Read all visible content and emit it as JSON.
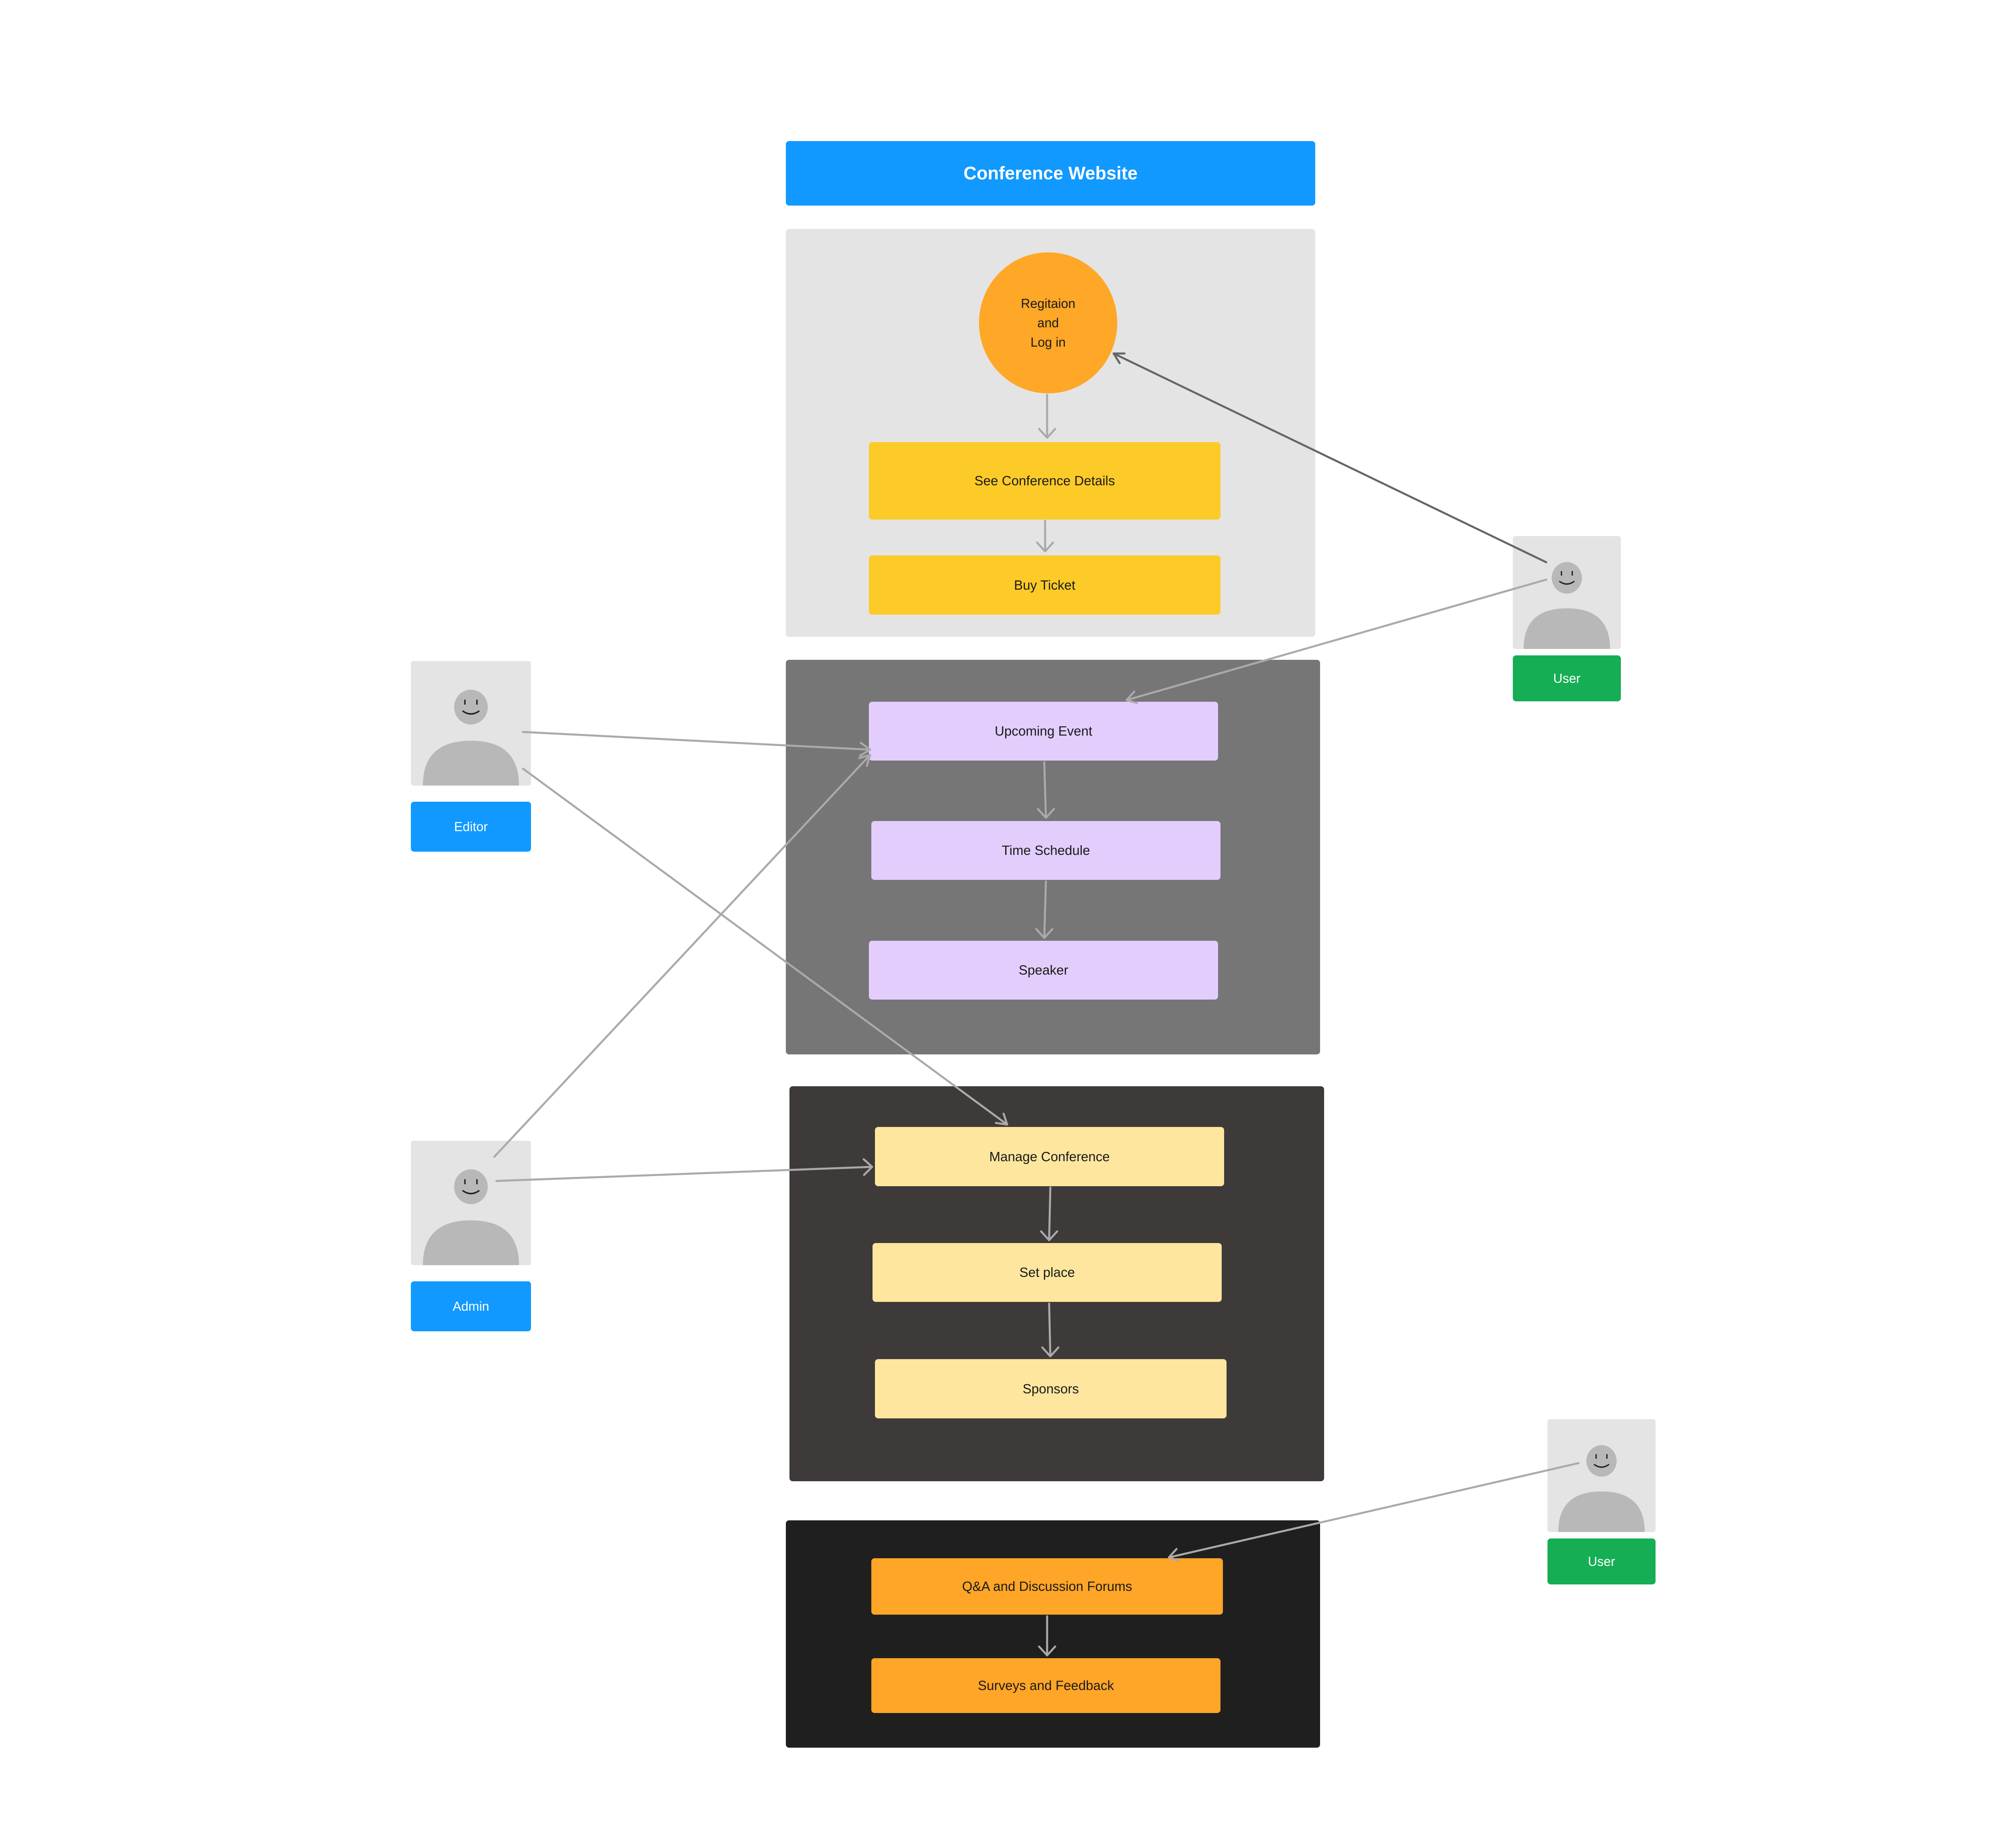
{
  "title": "Conference Website",
  "registration": {
    "lines": [
      "Regitaion",
      "and",
      "Log in"
    ]
  },
  "section1": {
    "items": [
      "See Conference Details",
      "Buy Ticket"
    ]
  },
  "section2": {
    "items": [
      "Upcoming Event",
      "Time Schedule",
      "Speaker"
    ]
  },
  "section3": {
    "items": [
      "Manage Conference",
      "Set place",
      "Sponsors"
    ]
  },
  "section4": {
    "items": [
      "Q&A and Discussion Forums",
      "Surveys and Feedback"
    ]
  },
  "actors": [
    {
      "label": "Editor",
      "color": "#1199ff"
    },
    {
      "label": "Admin",
      "color": "#1199ff"
    },
    {
      "label": "User",
      "color": "#16ae55"
    },
    {
      "label": "User",
      "color": "#16ae55"
    }
  ],
  "colors": {
    "title_bg": "#1199ff",
    "panel_light": "#e4e4e4",
    "panel_mid": "#767676",
    "panel_dark": "#3e3a39",
    "panel_black": "#1f1f1f",
    "circle": "#ffa726",
    "yellow": "#fdcb28",
    "lavender": "#e2cdfc",
    "cream": "#fee69f",
    "orange": "#ffa527",
    "connector": "#aaaaaa",
    "connector_dark": "#666666"
  }
}
